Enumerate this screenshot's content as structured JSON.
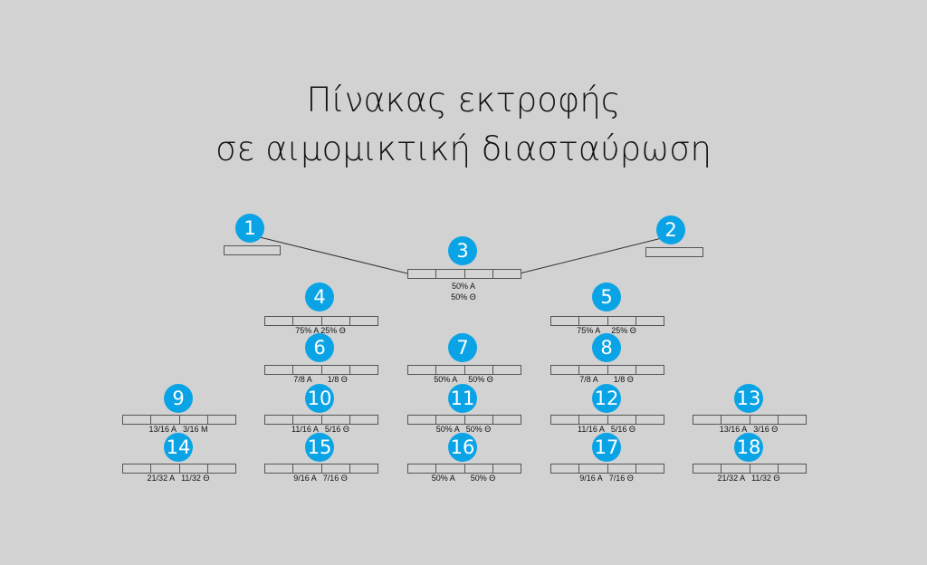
{
  "title": {
    "line1": "Πίνακας εκτροφής",
    "line2": "σε αιμομικτική διασταύρωση"
  },
  "accent_color": "#0aa4e6",
  "nodes": [
    {
      "number": "1",
      "label": ""
    },
    {
      "number": "2",
      "label": ""
    },
    {
      "number": "3",
      "label": "50% A\n50% Θ"
    },
    {
      "number": "4",
      "label": "75% A 25% Θ"
    },
    {
      "number": "5",
      "label": "75% A     25% Θ"
    },
    {
      "number": "6",
      "label": "7/8 A       1/8 Θ"
    },
    {
      "number": "7",
      "label": "50% A     50% Θ"
    },
    {
      "number": "8",
      "label": "7/8 A       1/8 Θ"
    },
    {
      "number": "9",
      "label": "13/16 A   3/16 M"
    },
    {
      "number": "10",
      "label": "11/16 A   5/16 Θ"
    },
    {
      "number": "11",
      "label": "50% A   50% Θ"
    },
    {
      "number": "12",
      "label": "11/16 A   5/16 Θ"
    },
    {
      "number": "13",
      "label": "13/16 A   3/16 Θ"
    },
    {
      "number": "14",
      "label": "21/32 A   11/32 Θ"
    },
    {
      "number": "15",
      "label": "9/16 A   7/16 Θ"
    },
    {
      "number": "16",
      "label": "50% A       50% Θ"
    },
    {
      "number": "17",
      "label": "9/16 A   7/16 Θ"
    },
    {
      "number": "18",
      "label": "21/32 A   11/32 Θ"
    }
  ]
}
